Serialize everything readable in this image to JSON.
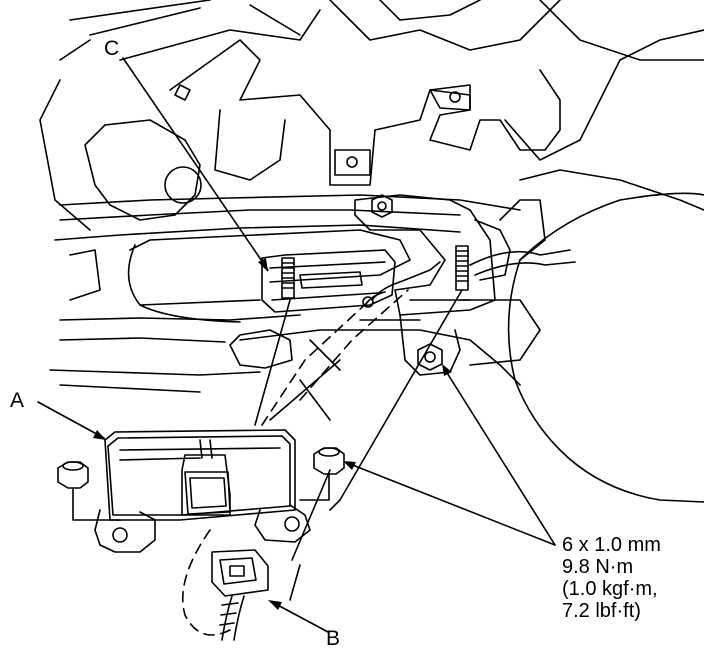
{
  "callouts": {
    "a": "A",
    "b": "B",
    "c": "C"
  },
  "torque_spec": {
    "bolt_size": "6 x 1.0 mm",
    "torque_nm": "9.8 N·m",
    "torque_kgfm": "(1.0 kgf·m,",
    "torque_lbfft": "7.2 lbf·ft)"
  }
}
